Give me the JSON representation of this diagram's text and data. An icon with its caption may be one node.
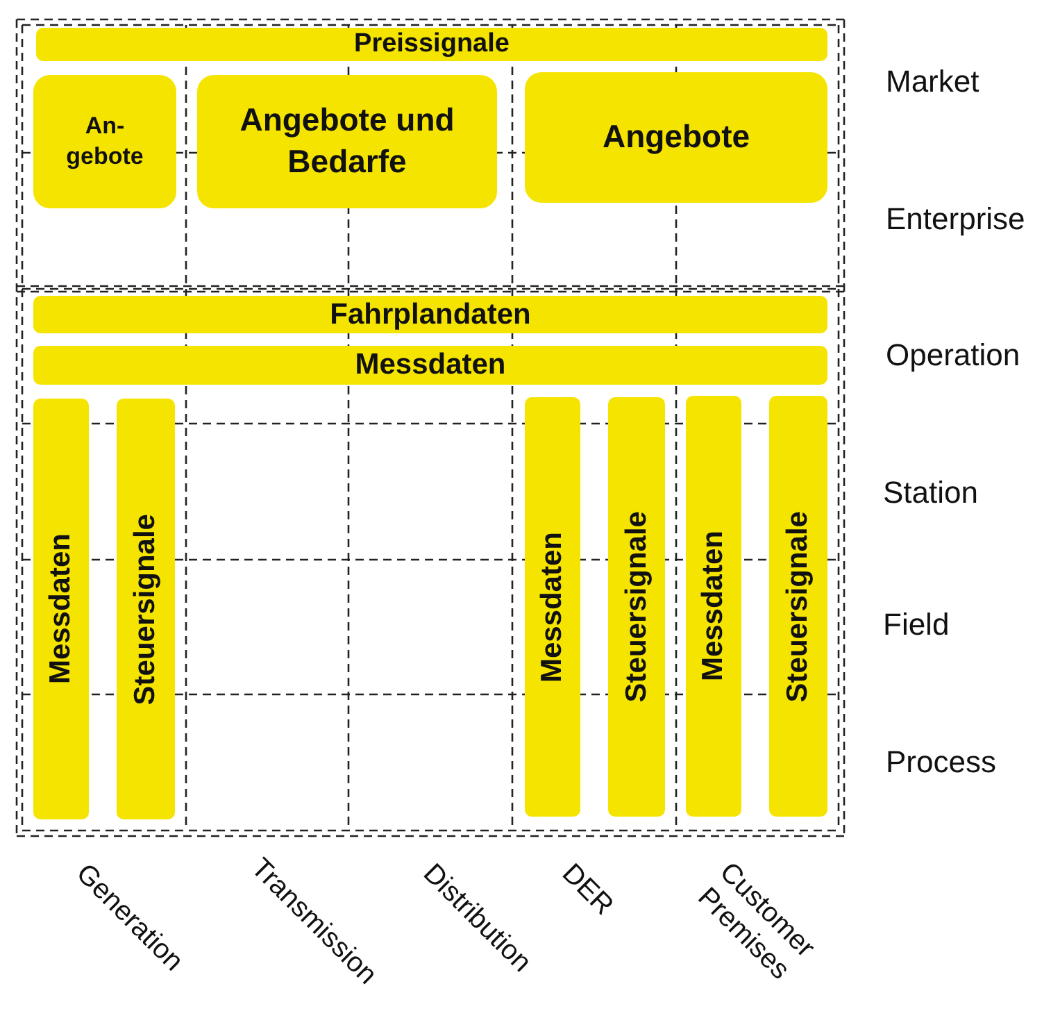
{
  "diagram": {
    "nodes": [
      {
        "text": [
          "Preissignale"
        ]
      },
      {
        "text": [
          "An- gebote"
        ]
      },
      {
        "text": [
          "Angebote und Bedarfe"
        ]
      },
      {
        "text": [
          "Angebote"
        ]
      },
      {
        "text": [
          "Fahrplandaten"
        ]
      },
      {
        "text": [
          "Messdaten"
        ]
      },
      {
        "text": [
          "Messdaten"
        ]
      },
      {
        "text": [
          "Steuersignale"
        ]
      },
      {
        "text": [
          "Messdaten"
        ]
      },
      {
        "text": [
          "Steuersignale"
        ]
      },
      {
        "text": [
          "Messdaten"
        ]
      },
      {
        "text": [
          "Steuersignale"
        ]
      }
    ],
    "edges": [],
    "labels": [
      "Market",
      "Enterprise",
      "Operation",
      "Station",
      "Field",
      "Process",
      "Generation",
      "Transmission",
      "Distribution",
      "DER",
      "Customer Premises"
    ]
  }
}
